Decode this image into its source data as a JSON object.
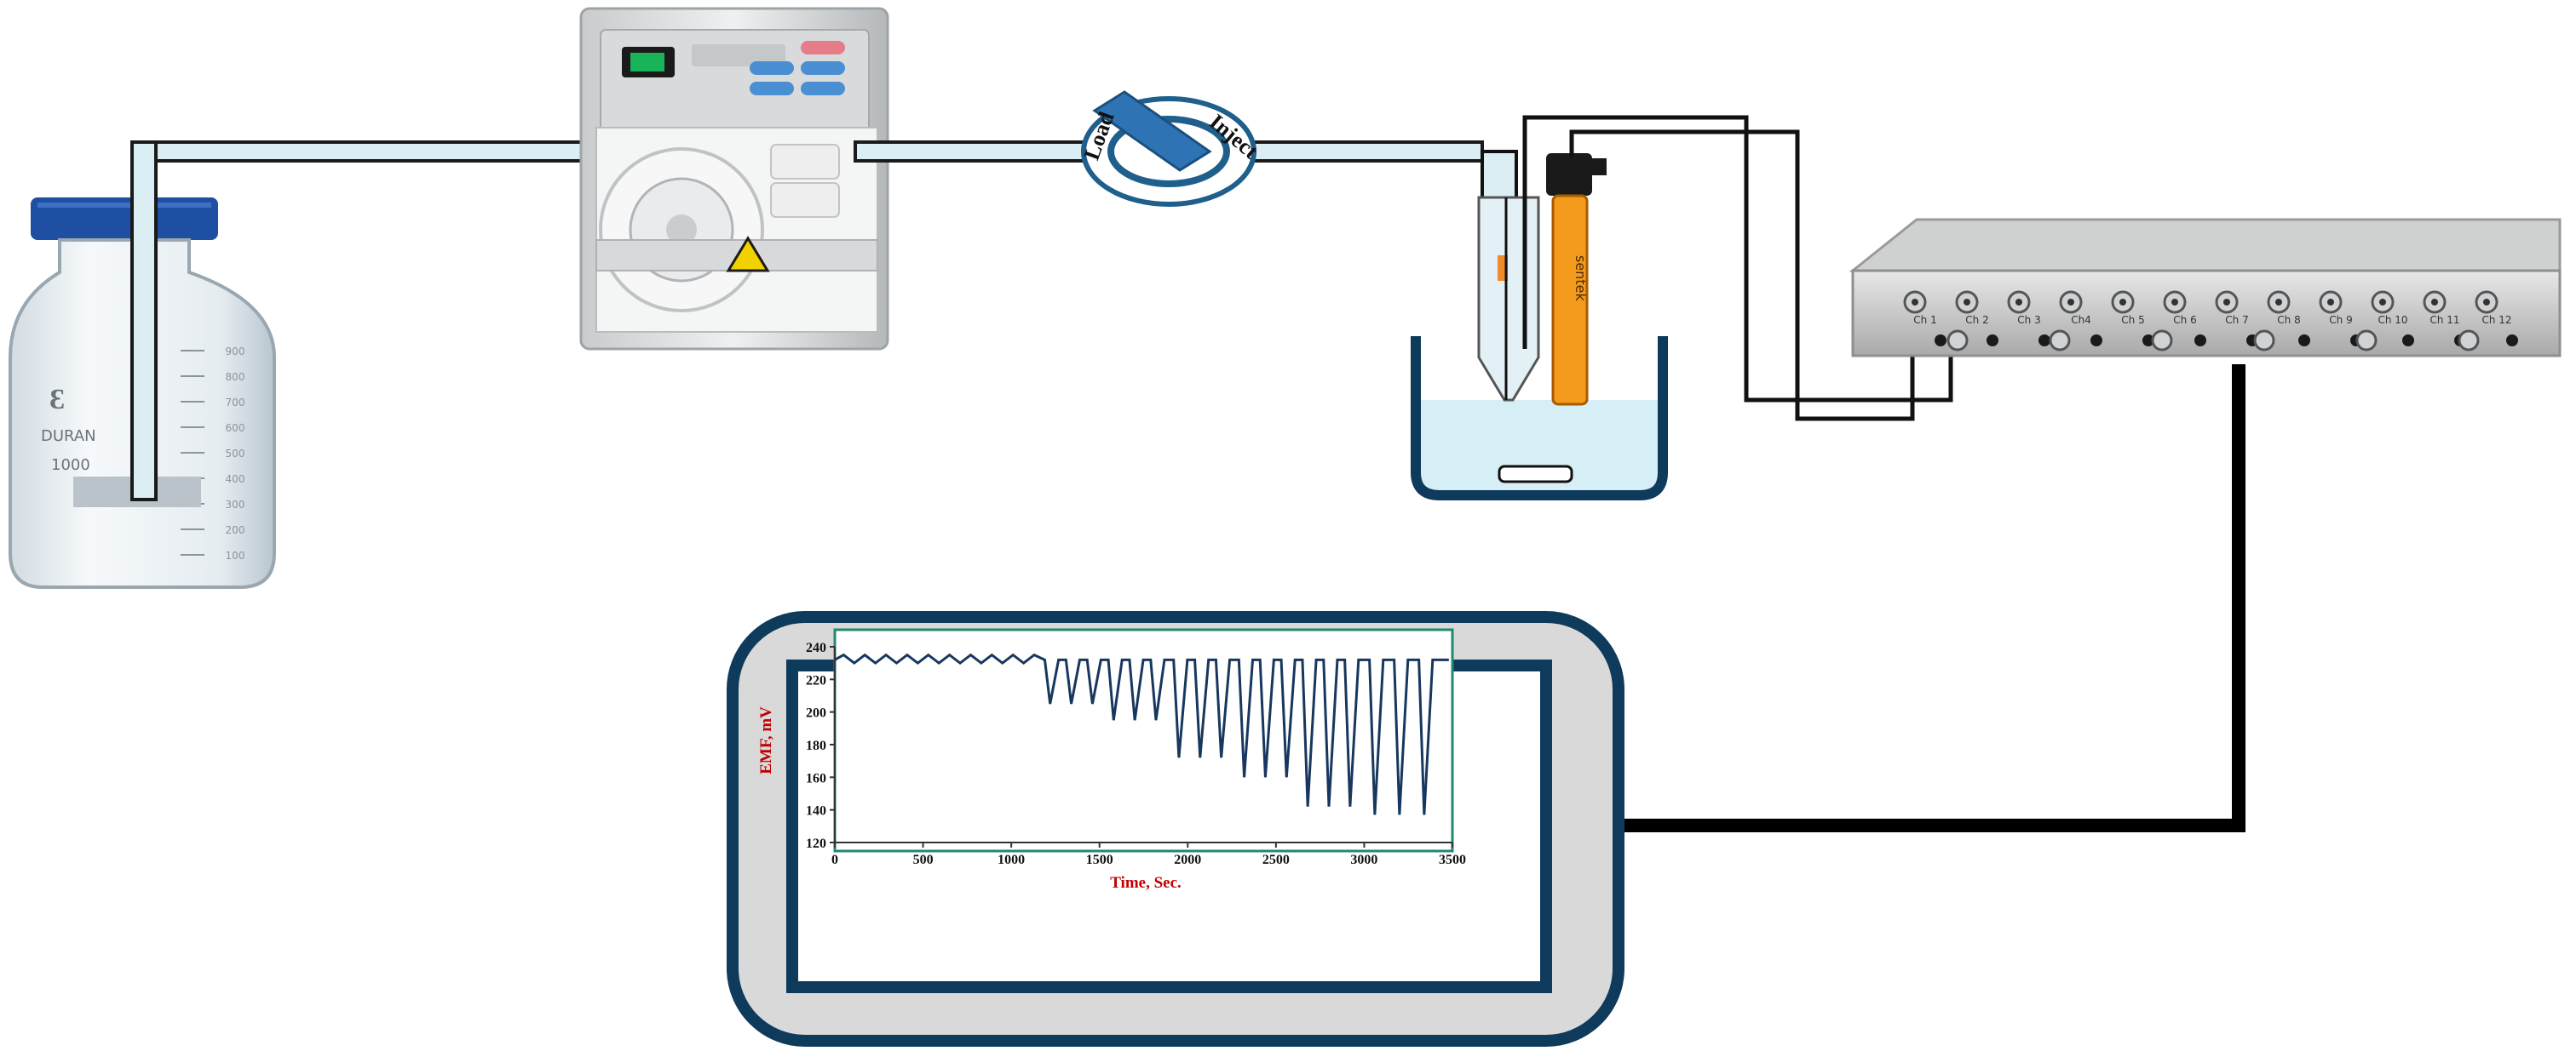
{
  "valve": {
    "load_label": "Load",
    "inject_label": "Inject"
  },
  "bottle": {
    "brand": "DURAN",
    "capacity": "1000",
    "graduations": [
      "900",
      "800",
      "700",
      "600",
      "500",
      "400",
      "300",
      "200",
      "100"
    ]
  },
  "electrode": {
    "brand": "sentek"
  },
  "interface": {
    "channels_top": [
      "Ch 1",
      "Ch 2",
      "Ch 3",
      "Ch4",
      "Ch 5",
      "Ch 6",
      "Ch 7",
      "Ch 8",
      "Ch 9",
      "Ch 10",
      "Ch 11",
      "Ch 12"
    ]
  },
  "colors": {
    "line": "#17375e",
    "axis_label": "#c00000",
    "frame": "#0e3a5c",
    "plot_border": "#1f8a70",
    "tube_fill": "#dbeef4"
  },
  "chart_data": {
    "type": "line",
    "xlabel": "Time, Sec.",
    "ylabel": "EMF, mV",
    "xlim": [
      0,
      3500
    ],
    "ylim": [
      120,
      240
    ],
    "x_ticks": [
      "0",
      "500",
      "1000",
      "1500",
      "2000",
      "2500",
      "3000",
      "3500"
    ],
    "y_ticks": [
      "120",
      "140",
      "160",
      "180",
      "200",
      "220",
      "240"
    ],
    "baseline": 232,
    "peaks": [
      {
        "x": 1220,
        "y": 205
      },
      {
        "x": 1340,
        "y": 205
      },
      {
        "x": 1460,
        "y": 205
      },
      {
        "x": 1580,
        "y": 195
      },
      {
        "x": 1700,
        "y": 195
      },
      {
        "x": 1820,
        "y": 195
      },
      {
        "x": 1950,
        "y": 172
      },
      {
        "x": 2070,
        "y": 172
      },
      {
        "x": 2190,
        "y": 172
      },
      {
        "x": 2320,
        "y": 160
      },
      {
        "x": 2440,
        "y": 160
      },
      {
        "x": 2560,
        "y": 160
      },
      {
        "x": 2680,
        "y": 142
      },
      {
        "x": 2800,
        "y": 142
      },
      {
        "x": 2920,
        "y": 142
      },
      {
        "x": 3060,
        "y": 137
      },
      {
        "x": 3200,
        "y": 137
      },
      {
        "x": 3340,
        "y": 137
      }
    ]
  }
}
